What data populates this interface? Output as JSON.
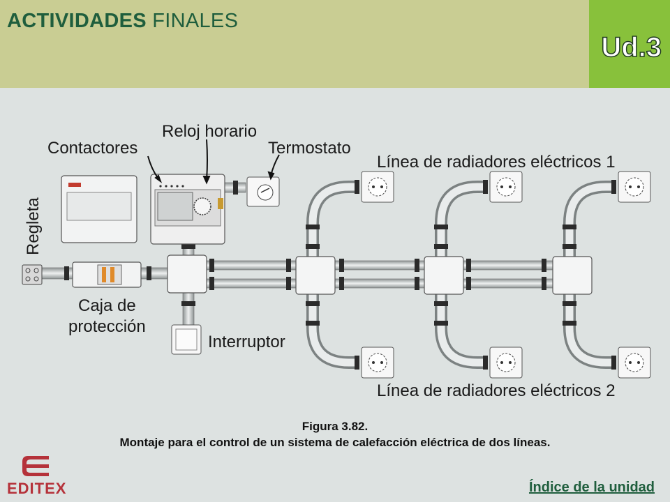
{
  "header": {
    "title_bold": "ACTIVIDADES",
    "title_rest": "FINALES",
    "unit": "Ud.3"
  },
  "diagram": {
    "labels": {
      "reloj": "Reloj horario",
      "contactores": "Contactores",
      "termostato": "Termostato",
      "linea1": "Línea de radiadores eléctricos 1",
      "linea2": "Línea de radiadores eléctricos 2",
      "regleta": "Regleta",
      "caja_1": "Caja de",
      "caja_2": "protección",
      "interruptor": "Interruptor"
    }
  },
  "caption": {
    "figure": "Figura 3.82.",
    "text": "Montaje para el control de un sistema de calefacción eléctrica de dos líneas."
  },
  "footer": {
    "logo_text": "EDITEX",
    "index_link": "Índice de la unidad"
  },
  "colors": {
    "header_bg": "#c9cd93",
    "unit_bg": "#88c13b",
    "title_color": "#1f5e3d",
    "page_bg": "#dde2e1"
  }
}
